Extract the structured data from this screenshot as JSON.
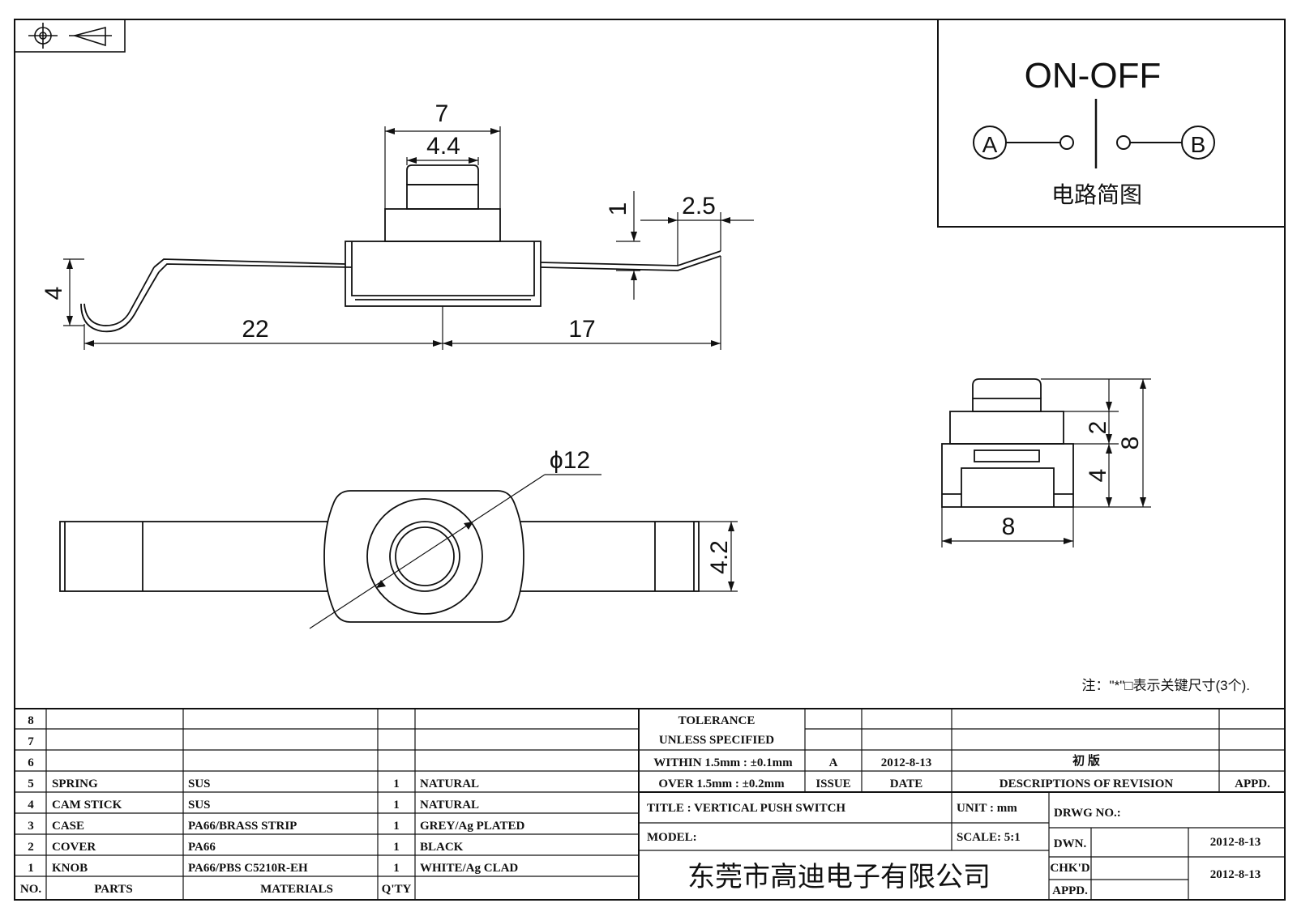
{
  "circuit": {
    "title": "ON-OFF",
    "terminal_a": "A",
    "terminal_b": "B",
    "caption": "电路简图"
  },
  "dimensions": {
    "top_width": "7",
    "knob_width": "4.4",
    "tab_height": "1",
    "tab_length": "2.5",
    "hook_height": "4",
    "left_length": "22",
    "right_length": "17",
    "diameter": "ϕ12",
    "strip_width": "4.2",
    "side_step": "2",
    "side_base": "4",
    "side_height": "8",
    "side_width": "8"
  },
  "note": "注：\"*\"□表示关键尺寸(3个).",
  "bom": {
    "rows": [
      {
        "no": "8",
        "part": "",
        "material": "",
        "qty": "",
        "finish": ""
      },
      {
        "no": "7",
        "part": "",
        "material": "",
        "qty": "",
        "finish": ""
      },
      {
        "no": "6",
        "part": "",
        "material": "",
        "qty": "",
        "finish": ""
      },
      {
        "no": "5",
        "part": "SPRING",
        "material": "SUS",
        "qty": "1",
        "finish": "NATURAL"
      },
      {
        "no": "4",
        "part": "CAM STICK",
        "material": "SUS",
        "qty": "1",
        "finish": "NATURAL"
      },
      {
        "no": "3",
        "part": "CASE",
        "material": "PA66/BRASS STRIP",
        "qty": "1",
        "finish": "GREY/Ag PLATED"
      },
      {
        "no": "2",
        "part": "COVER",
        "material": "PA66",
        "qty": "1",
        "finish": "BLACK"
      },
      {
        "no": "1",
        "part": "KNOB",
        "material": "PA66/PBS C5210R-EH",
        "qty": "1",
        "finish": "WHITE/Ag CLAD"
      }
    ],
    "header": {
      "no": "NO.",
      "parts": "PARTS",
      "materials": "MATERIALS",
      "qty": "Q'TY"
    }
  },
  "title_block": {
    "tolerance_1": "TOLERANCE",
    "tolerance_2": "UNLESS  SPECIFIED",
    "within": "WITHIN 1.5mm : ±0.1mm",
    "over": "OVER 1.5mm : ±0.2mm",
    "issue_value": "A",
    "date_value": "2012-8-13",
    "revision_value": "初  版",
    "issue_label": "ISSUE",
    "date_label": "DATE",
    "desc_label": "DESCRIPTIONS OF REVISION",
    "appd_label": "APPD.",
    "title": "TITLE :  VERTICAL PUSH SWITCH",
    "unit": "UNIT :  mm",
    "drwg_no": "DRWG NO.:",
    "model": "MODEL:",
    "scale": "SCALE:  5:1",
    "dwn": "DWN.",
    "dwn_date": "2012-8-13",
    "chkd": "CHK'D",
    "chkd_date": "2012-8-13",
    "appd": "APPD.",
    "company": "东莞市高迪电子有限公司"
  }
}
